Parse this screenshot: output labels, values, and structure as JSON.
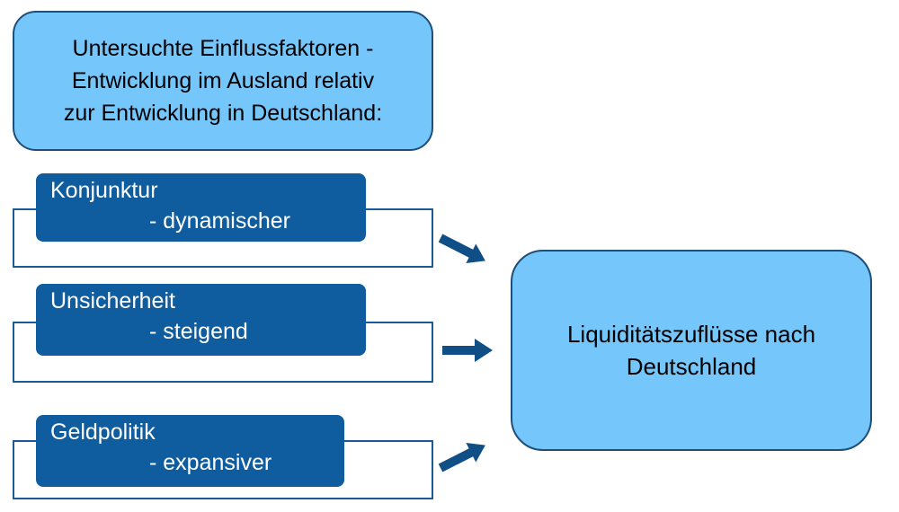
{
  "header_box": {
    "lines": [
      "Untersuchte Einflussfaktoren -",
      "Entwicklung im Ausland relativ",
      "zur Entwicklung in Deutschland:"
    ]
  },
  "factors": [
    {
      "name": "Konjunktur",
      "direction": "- dynamischer"
    },
    {
      "name": "Unsicherheit",
      "direction": "- steigend"
    },
    {
      "name": "Geldpolitik",
      "direction": "- expansiver"
    }
  ],
  "target_box": {
    "lines": [
      "Liquiditätszuflüsse nach",
      "Deutschland"
    ]
  },
  "colors": {
    "light_box": "#74c6fb",
    "dark_box": "#0f5d9e",
    "outline": "#1a5a96",
    "arrow": "#0f4f85"
  }
}
